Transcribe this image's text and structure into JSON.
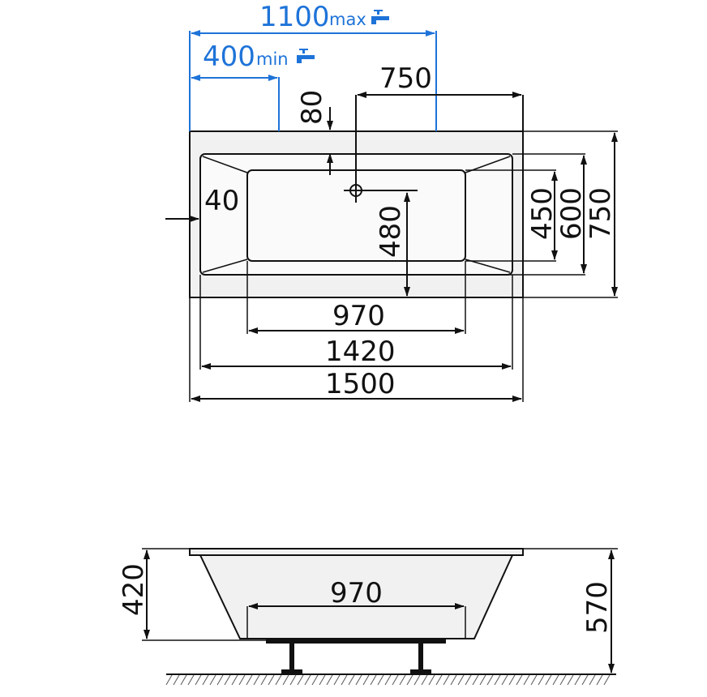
{
  "plan_view": {
    "faucet_max_value": "1100",
    "faucet_max_unit": "max",
    "faucet_min_value": "400",
    "faucet_min_unit": "min",
    "drain_offset_x": "750",
    "drain_offset_y": "80",
    "rim_width": "40",
    "inner_bottom_width": "970",
    "inner_top_width": "1420",
    "overall_length": "1500",
    "inner_bottom_depth": "480",
    "inner_bottom_height": "450",
    "inner_top_height": "600",
    "overall_width": "750"
  },
  "side_view": {
    "bottom_length": "970",
    "tub_depth": "420",
    "total_height": "570"
  },
  "colors": {
    "dimension_lines": "#111111",
    "faucet_dimensions": "#1e73d8",
    "tub_surface": "#f1f1f1"
  }
}
